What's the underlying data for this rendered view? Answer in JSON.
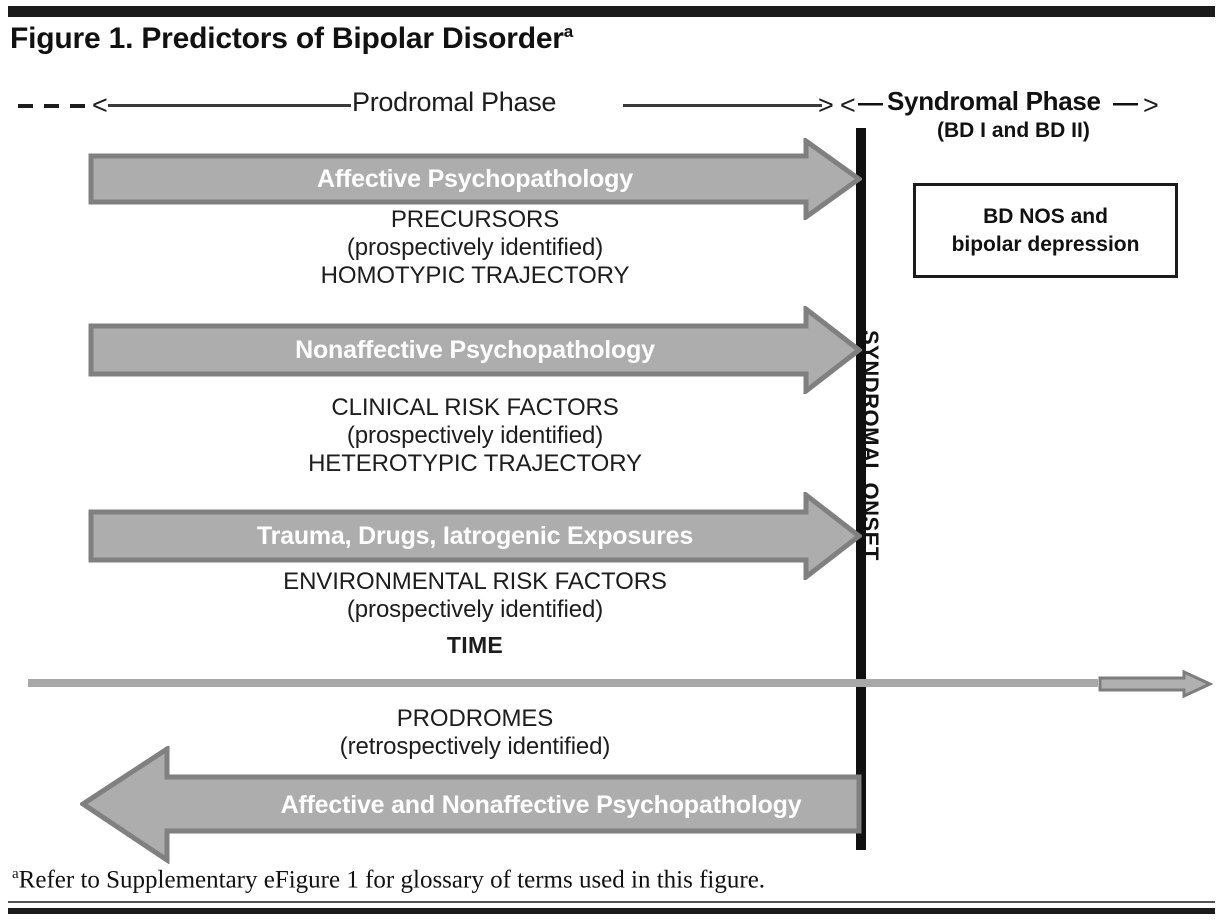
{
  "figure": {
    "title": "Figure 1. Predictors of Bipolar Disorder",
    "title_superscript": "a",
    "footnote_marker": "a",
    "footnote": "Refer to Supplementary eFigure 1 for glossary of terms used in this figure."
  },
  "header": {
    "prodromal_label": "Prodromal Phase",
    "syndromal_label": "Syndromal Phase",
    "syndromal_sublabel": "(BD I and BD II)",
    "left_caret": "<",
    "right_caret_prodromal": ">",
    "left_caret_syndromal": "<",
    "right_caret_syndromal": ">",
    "emdash_left": "—",
    "emdash_right": "—"
  },
  "onset": {
    "vertical_label": "SYNDROMAL ONSET"
  },
  "syndromal_box": {
    "line1": "BD NOS and",
    "line2": "bipolar depression"
  },
  "arrows": [
    {
      "id": "affective-psychopathology",
      "label": "Affective Psychopathology",
      "direction": "right"
    },
    {
      "id": "nonaffective-psychopathology",
      "label": "Nonaffective Psychopathology",
      "direction": "right"
    },
    {
      "id": "trauma-drugs-iatrogenic",
      "label": "Trauma, Drugs, Iatrogenic Exposures",
      "direction": "right"
    },
    {
      "id": "affective-and-nonaffective",
      "label": "Affective and Nonaffective Psychopathology",
      "direction": "left"
    }
  ],
  "captions": {
    "block1": {
      "line1": "PRECURSORS",
      "line2": "(prospectively identified)",
      "line3": "HOMOTYPIC TRAJECTORY"
    },
    "block2": {
      "line1": "CLINICAL RISK FACTORS",
      "line2": "(prospectively identified)",
      "line3": "HETEROTYPIC TRAJECTORY"
    },
    "block3": {
      "line1": "ENVIRONMENTAL RISK FACTORS",
      "line2": "(prospectively identified)",
      "line3": "TIME"
    },
    "block4": {
      "line1": "PRODROMES",
      "line2": "(retrospectively identified)"
    }
  },
  "time_axis": {
    "label": "TIME"
  },
  "colors": {
    "arrow_fill": "#adadad",
    "arrow_stroke": "#808080",
    "rule_black": "#1b1b1b",
    "axis_gray": "#a8a8a8",
    "text": "#1d1d1d",
    "arrow_label_text": "#ffffff"
  }
}
